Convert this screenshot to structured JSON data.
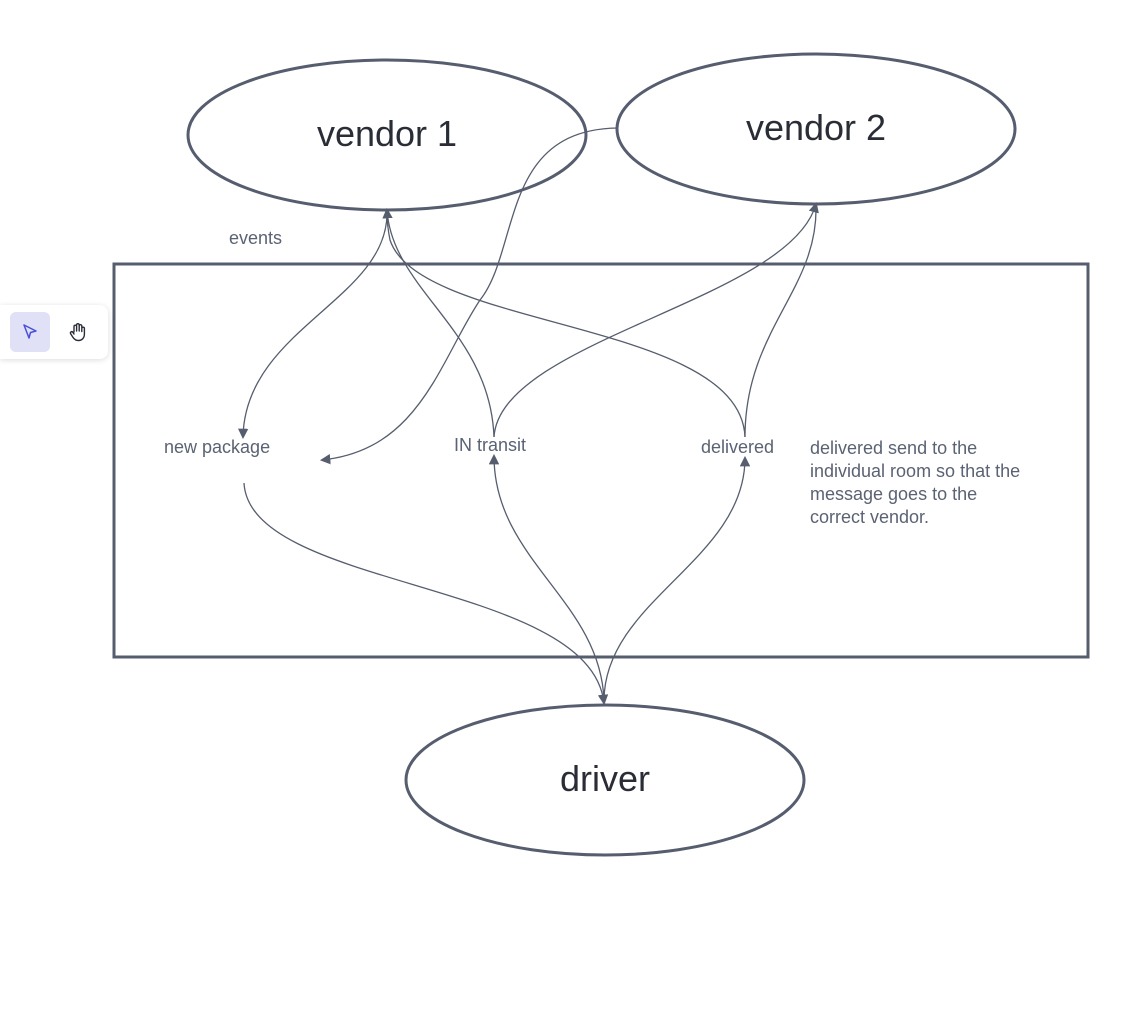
{
  "nodes": {
    "vendor1": "vendor 1",
    "vendor2": "vendor 2",
    "driver": "driver"
  },
  "labels": {
    "events": "events",
    "new_package": "new package",
    "in_transit": "IN transit",
    "delivered": "delivered",
    "note": [
      "delivered send to the",
      "individual room so that the",
      "message goes to the",
      "correct vendor."
    ]
  },
  "toolbar": {
    "tools": [
      {
        "name": "select-tool",
        "icon": "cursor-arrow-icon",
        "active": true
      },
      {
        "name": "pan-tool",
        "icon": "hand-icon",
        "active": false
      }
    ]
  },
  "colors": {
    "stroke": "#565d6e",
    "text": "#5b6273",
    "node_text": "#2a2d36",
    "active_tool_bg": "#e0e0f6",
    "active_tool_icon": "#4a4fd6"
  }
}
